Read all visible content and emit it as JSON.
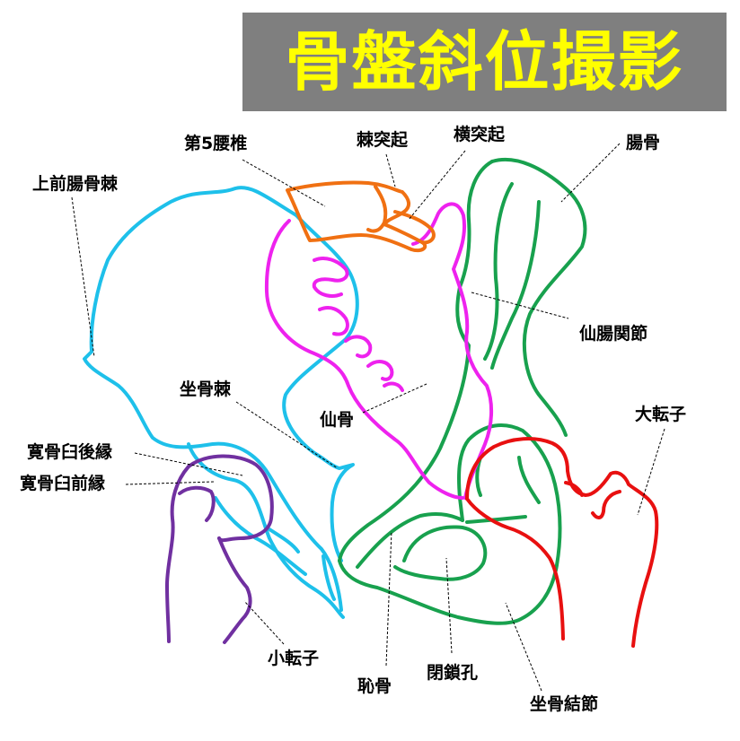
{
  "title": "骨盤斜位撮影",
  "colors": {
    "title_bg": "#7f7f7f",
    "title_text": "#ffff00",
    "ilium_near": "#1ec0ea",
    "ilium_far": "#18a14e",
    "sacrum": "#ee22ee",
    "lumbar": "#f07012",
    "femur_far": "#e81010",
    "femur_near": "#7030a0"
  },
  "labels": {
    "lumbar5": "第5腰椎",
    "spinous": "棘突起",
    "transverse": "横突起",
    "ilium": "腸骨",
    "asis": "上前腸骨棘",
    "si_joint": "仙腸関節",
    "ischial_spine": "坐骨棘",
    "sacrum": "仙骨",
    "greater_trochanter": "大転子",
    "post_acetabular_rim": "寛骨臼後縁",
    "ant_acetabular_rim": "寛骨臼前縁",
    "lesser_trochanter": "小転子",
    "pubis": "恥骨",
    "obturator": "閉鎖孔",
    "ischial_tuberosity": "坐骨結節"
  }
}
